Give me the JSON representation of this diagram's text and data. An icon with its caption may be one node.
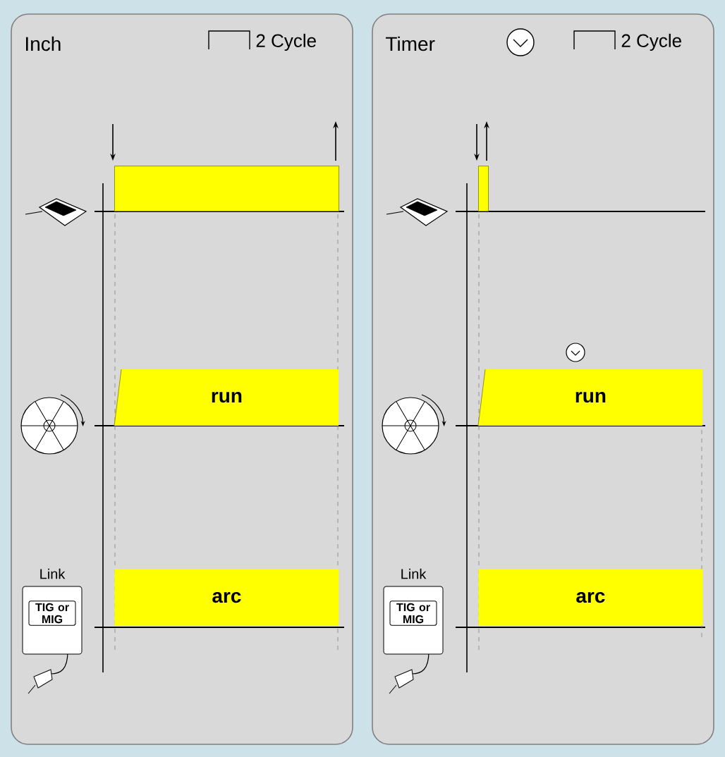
{
  "diagram": {
    "nodes": [
      {
        "text": [
          "Inch",
          "2 Cycle"
        ]
      },
      {
        "text": [],
        "shape": "bar",
        "in": 0
      },
      {
        "text": [
          "run"
        ],
        "in": 0
      },
      {
        "text": [
          "arc"
        ],
        "in": 0
      },
      {
        "text": [
          "Link",
          "TIG or MIG"
        ],
        "in": 0
      },
      {
        "text": [
          "Timer",
          "2 Cycle"
        ]
      },
      {
        "text": [],
        "shape": "bar",
        "in": 5
      },
      {
        "text": [
          "run"
        ],
        "in": 5
      },
      {
        "text": [
          "arc"
        ],
        "in": 5
      },
      {
        "text": [
          "Link",
          "TIG or MIG"
        ],
        "in": 5
      }
    ]
  }
}
